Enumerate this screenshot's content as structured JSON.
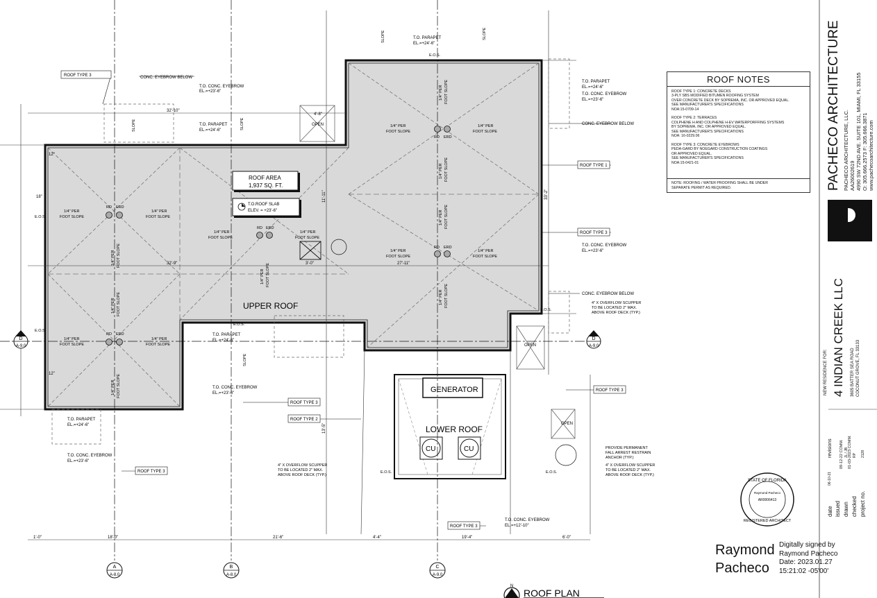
{
  "title_block": {
    "firm": "PACHECO ARCHITECTURE",
    "firm_details": [
      "PACHECO ARCHITECTURE, LLC.",
      "AA26002619",
      "4990 SW 72ND AVE. SUITE 101, MIAMI, FL 33155",
      "O: 305.666.2573  F: 305.666.3871",
      "www.pachecoarchitecture.com"
    ],
    "new_residence_for": "NEW RESIDENCE FOR:",
    "project_name": "4 INDIAN CREEK LLC",
    "address_lines": [
      "3605 BATTER SEA ROAD",
      "COCONUT GROVE, FL 33133"
    ],
    "revisions_label": "revisions",
    "revisions": [
      "09-12-22 COMM.",
      "01-03-2023 COMM."
    ],
    "fields": [
      {
        "label": "date",
        "value": "06-10-21"
      },
      {
        "label": "issued",
        "value": ""
      },
      {
        "label": "drawn",
        "value": "JL / JB"
      },
      {
        "label": "checked",
        "value": "RP"
      },
      {
        "label": "project no.",
        "value": "2128"
      }
    ],
    "seal": {
      "top": "STATE OF FLORIDA",
      "middle": "Raymond Pacheco",
      "number": "AR0006413",
      "bottom": "REGISTERED ARCHITECT"
    }
  },
  "roof_notes": {
    "title": "ROOF NOTES",
    "body": "ROOF TYPE 1: CONCRETE DECKS\n3-PLY SBS MODIFIED BITUMEN ROOFING SYSTEM\nOVER CONCRETE DECK BY SOPREMA, INC. OR APPROVED EQUAL.\nSEE MANUFACTURER'S SPECIFICATIONS\nNOA:15-0709-14\n\nROOF TYPE 2: TERRACES\nCOLPHENE H AND COLPHENE H-EV WATERPORFFING SYSTEMS\nBY SOPREMA, INC. OR APPROVED EQUAL.\nSEE MANUFACTURER'S SPECIFICATIONS\nNOA: 16-0229.06\n\nROOF TYPE 3: CONCRETE EYEBROWS\nPEDA-GARD BY NOEGARD CONSTRUCTION COATINGS\nOR APPROVED EQUAL.\nSEE MANUFACTURER'S SPECIFICATIONS\nNOA:15-0421-01",
    "footer": "NOTE: ROOFING / WATER PROOFING SHALL BE UNDER\nSEPARATE PERMIT AS REQUIRED."
  },
  "signature": {
    "name_line1": "Raymond",
    "name_line2": "Pacheco",
    "digital": "Digitally signed by\nRaymond Pacheco\nDate: 2023.01.27\n15:21:02 -05'00'"
  },
  "plan": {
    "sheet_title": "ROOF PLAN",
    "upper_roof": "UPPER ROOF",
    "lower_roof": "LOWER ROOF",
    "generator": "GENERATOR",
    "roof_area_1": "ROOF AREA",
    "roof_area_2": "1,937 SQ. FT.",
    "slab_1": "T.O.ROOF SLAB",
    "slab_2": "ELEV. = +23'-6\"",
    "cu": "CU",
    "open": "OPEN",
    "slope_a": "1/4\" PER",
    "slope_b": "FOOT SLOPE",
    "rd": "RD",
    "erd": "ERD",
    "eos": "E.O.S.",
    "slope": "SLOPE",
    "callouts": {
      "roof_type_1": "ROOF TYPE 1",
      "roof_type_2": "ROOF TYPE 2",
      "roof_type_3": "ROOF TYPE 3",
      "eyebrow_below": "CONC. EYEBROW BELOW",
      "to_parapet": "T.O. PARAPET",
      "to_eyebrow": "T.O. CONC. EYEBROW",
      "el_2406": "EL.=+24'-6\"",
      "el_2306": "EL.=+23'-6\"",
      "el_1210": "EL.=+12'-10\"",
      "scupper": "4\" X OVERFLOW SCUPPER\nTO BE LOCATED 2\" MAX.\nABOVE ROOF DECK (TYP.)",
      "anchor": "PROVIDE PERMANENT\nFALL ARREST RESTRAIN\nANCHOR (TYP.)"
    },
    "dims": {
      "d32_10": "32'-10\"",
      "d32_9": "32'-9\"",
      "d27_11": "27'-11\"",
      "d18_0": "18'-0\"",
      "d21_6": "21'-6\"",
      "d19_4": "19'-4\"",
      "d4_4": "4'-4\"",
      "d6_0": "6'-0\"",
      "d4_8": "4'-8\"",
      "d3_0": "3'-0\"",
      "d11_11": "11'-11\"",
      "d33_2": "33'-2\"",
      "d13_5": "13'-5\"",
      "d1_0": "1'-0\"",
      "d12": "12\"",
      "d18": "18\""
    },
    "grid": {
      "a": "A",
      "a_sheet": "A-8.0",
      "b": "B",
      "b_sheet": "A-8.0",
      "c": "C",
      "c_sheet": "A-9.0",
      "d": "D",
      "d_sheet": "A-9.0",
      "n": "N"
    }
  }
}
